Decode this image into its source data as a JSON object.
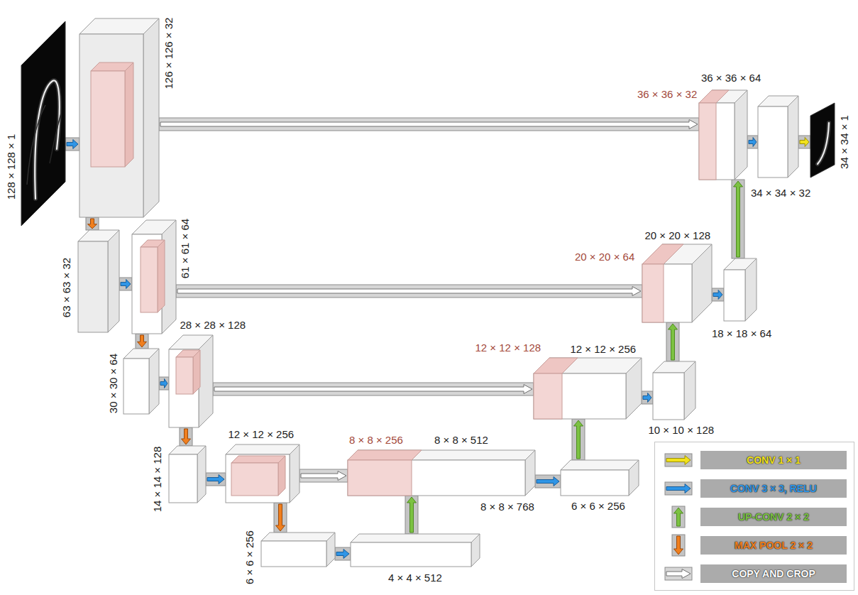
{
  "diagram": {
    "nodes": [
      {
        "text": [
          "128 × 128 × 1"
        ]
      },
      {
        "text": [
          "126 × 126 × 32"
        ]
      },
      {
        "text": [
          "63 × 63 × 32"
        ]
      },
      {
        "text": [
          "61 × 61 × 64"
        ]
      },
      {
        "text": [
          "30 × 30 × 64"
        ]
      },
      {
        "text": [
          "28 × 28 × 128"
        ]
      },
      {
        "text": [
          "14 × 14 × 128"
        ]
      },
      {
        "text": [
          "12 × 12 × 256"
        ]
      },
      {
        "text": [
          "6 × 6 × 256"
        ]
      },
      {
        "text": [
          "4 × 4 × 512"
        ]
      },
      {
        "text": [
          "8 × 8 × 512",
          "8 × 8 × 768"
        ]
      },
      {
        "text": [
          "8 × 8 × 256"
        ],
        "in": 10
      },
      {
        "text": [
          "6 × 6 × 256"
        ]
      },
      {
        "text": [
          "12 × 12 × 256"
        ]
      },
      {
        "text": [
          "12 × 12 × 128"
        ],
        "in": 13
      },
      {
        "text": [
          "10 × 10 × 128"
        ]
      },
      {
        "text": [
          "20 × 20 × 128"
        ]
      },
      {
        "text": [
          "20 × 20 × 64"
        ],
        "in": 16
      },
      {
        "text": [
          "18 × 18 × 64"
        ]
      },
      {
        "text": [
          "36 × 36 × 64"
        ]
      },
      {
        "text": [
          "36 × 36 × 32"
        ],
        "in": 19
      },
      {
        "text": [
          "34 × 34 × 32"
        ]
      },
      {
        "text": [
          "34 × 34 × 1"
        ]
      }
    ],
    "edges": [
      {
        "from": 0,
        "to": 1,
        "arrow": "to"
      },
      {
        "from": 1,
        "to": 2,
        "arrow": "to"
      },
      {
        "from": 2,
        "to": 3,
        "arrow": "to"
      },
      {
        "from": 3,
        "to": 4,
        "arrow": "to"
      },
      {
        "from": 4,
        "to": 5,
        "arrow": "to"
      },
      {
        "from": 5,
        "to": 6,
        "arrow": "to"
      },
      {
        "from": 6,
        "to": 7,
        "arrow": "to"
      },
      {
        "from": 7,
        "to": 8,
        "arrow": "to"
      },
      {
        "from": 8,
        "to": 9,
        "arrow": "to"
      },
      {
        "from": 9,
        "to": 10,
        "arrow": "to"
      },
      {
        "from": 7,
        "to": 11,
        "arrow": "to"
      },
      {
        "from": 10,
        "to": 12,
        "arrow": "to"
      },
      {
        "from": 12,
        "to": 13,
        "arrow": "to"
      },
      {
        "from": 5,
        "to": 14,
        "arrow": "to"
      },
      {
        "from": 13,
        "to": 15,
        "arrow": "to"
      },
      {
        "from": 15,
        "to": 16,
        "arrow": "to"
      },
      {
        "from": 3,
        "to": 17,
        "arrow": "to"
      },
      {
        "from": 16,
        "to": 18,
        "arrow": "to"
      },
      {
        "from": 18,
        "to": 19,
        "arrow": "to"
      },
      {
        "from": 1,
        "to": 20,
        "arrow": "to"
      },
      {
        "from": 19,
        "to": 21,
        "arrow": "to"
      },
      {
        "from": 21,
        "to": 22,
        "arrow": "to"
      }
    ],
    "legend": [
      {
        "text": "CONV 1 × 1"
      },
      {
        "text": "CONV 3 × 3, RELU"
      },
      {
        "text": "UP-CONV 2 × 2"
      },
      {
        "text": "MAX POOL 2 × 2"
      },
      {
        "text": "COPY AND CROP"
      }
    ]
  }
}
